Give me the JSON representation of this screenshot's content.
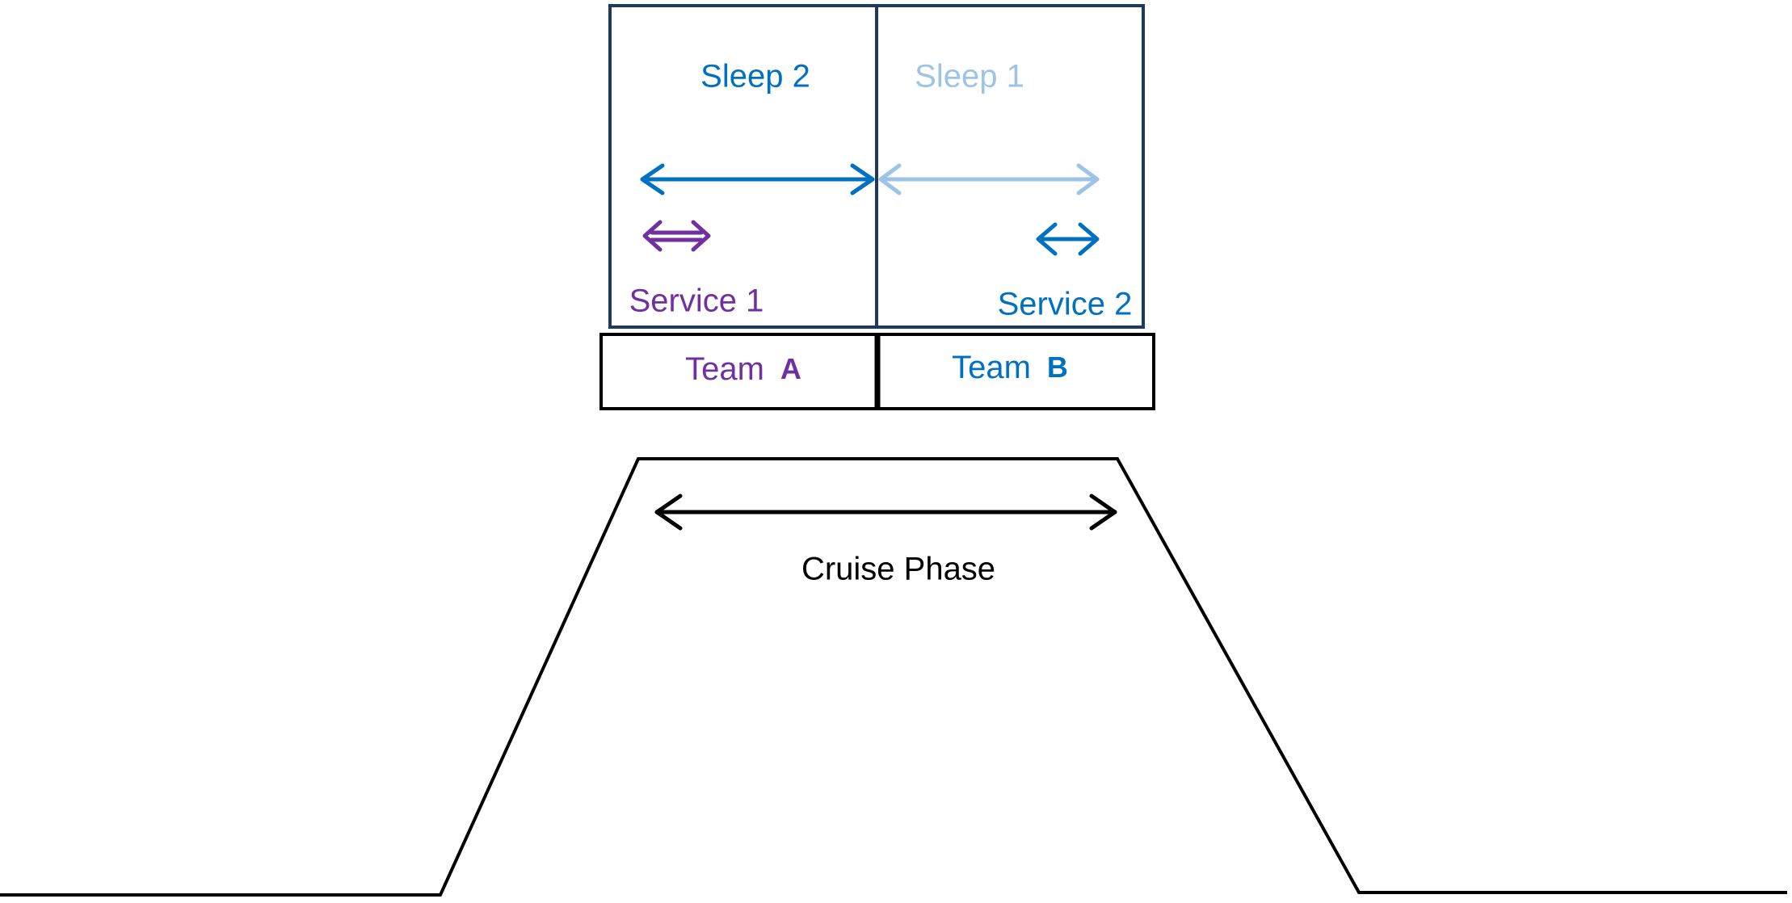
{
  "diagram": {
    "labels": {
      "sleep_2": "Sleep 2",
      "sleep_1": "Sleep 1",
      "service_1": "Service 1",
      "service_2": "Service 2",
      "team_a_word": "Team",
      "team_a_letter": "A",
      "team_b_word": "Team",
      "team_b_letter": "B",
      "cruise_phase": "Cruise Phase"
    },
    "colors": {
      "navy_border": "#1f3864",
      "purple": "#7030a0",
      "blue": "#0070c0",
      "light_blue": "#9dc3e6",
      "black": "#000000"
    }
  }
}
